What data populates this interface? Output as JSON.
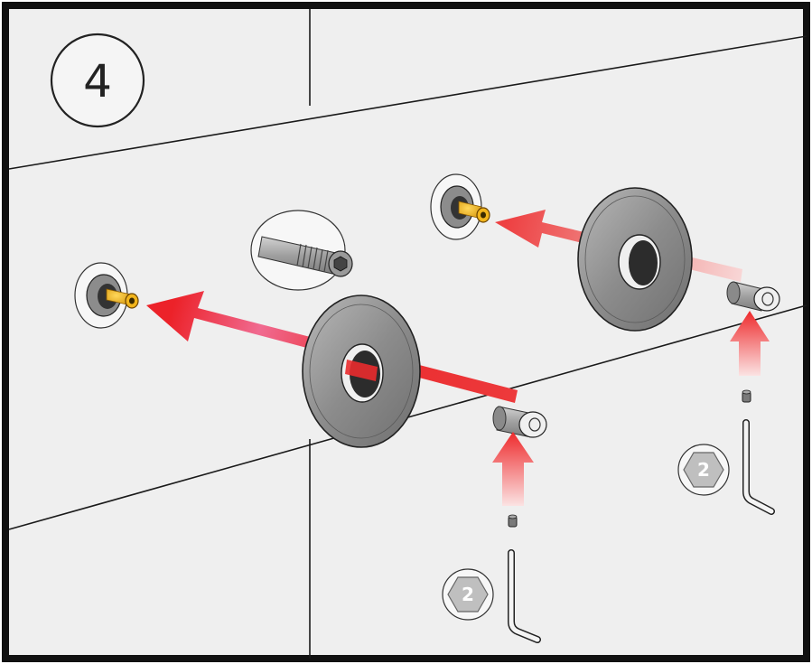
{
  "step": {
    "number": "4"
  },
  "tool_badges": [
    {
      "label": "2",
      "tool": "hex-key",
      "size_label": "2"
    },
    {
      "label": "2",
      "tool": "hex-key",
      "size_label": "2"
    }
  ],
  "icons": [
    "allen-key-icon",
    "set-screw-icon",
    "hex-size-badge-icon",
    "direction-arrow-icon"
  ],
  "colors": {
    "wall": "#efefef",
    "tile_lines": "#1a1a1a",
    "arrow_red": "#e8242a",
    "brass": "#f2b51c",
    "chrome": "#8f8f8f",
    "badge_fill": "#bfbfbf"
  }
}
